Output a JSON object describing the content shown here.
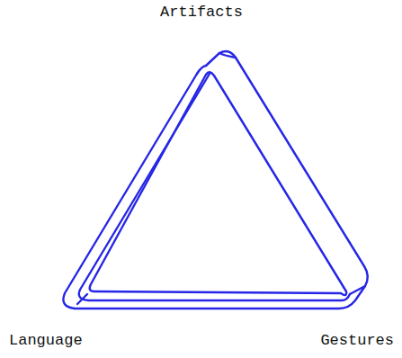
{
  "diagram": {
    "labels": [
      "Artifacts",
      "Language",
      "Gestures"
    ]
  }
}
